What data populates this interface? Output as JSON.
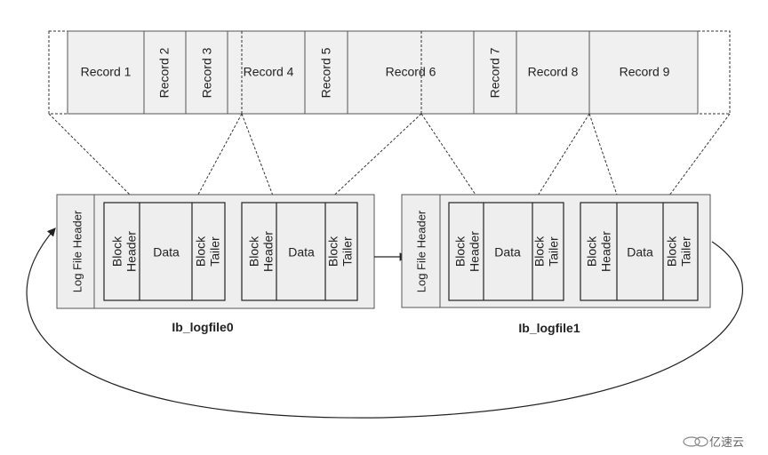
{
  "records": [
    {
      "label": "Record 1",
      "rotated": false
    },
    {
      "label": "Record 2",
      "rotated": true
    },
    {
      "label": "Record 3",
      "rotated": true
    },
    {
      "label": "Record 4",
      "rotated": false
    },
    {
      "label": "Record 5",
      "rotated": true
    },
    {
      "label": "Record 6",
      "rotated": false
    },
    {
      "label": "Record 7",
      "rotated": true
    },
    {
      "label": "Record 8",
      "rotated": false
    },
    {
      "label": "Record 9",
      "rotated": false
    }
  ],
  "files": [
    {
      "name": "Ib_logfile0",
      "header": "Log File Header",
      "blocks": [
        {
          "header": [
            "Block",
            "Header"
          ],
          "data": "Data",
          "tailer": [
            "Block",
            "Tailer"
          ]
        },
        {
          "header": [
            "Block",
            "Header"
          ],
          "data": "Data",
          "tailer": [
            "Block",
            "Tailer"
          ]
        }
      ]
    },
    {
      "name": "Ib_logfile1",
      "header": "Log File Header",
      "blocks": [
        {
          "header": [
            "Block",
            "Header"
          ],
          "data": "Data",
          "tailer": [
            "Block",
            "Tailer"
          ]
        },
        {
          "header": [
            "Block",
            "Header"
          ],
          "data": "Data",
          "tailer": [
            "Block",
            "Tailer"
          ]
        }
      ]
    }
  ],
  "watermark": "亿速云"
}
